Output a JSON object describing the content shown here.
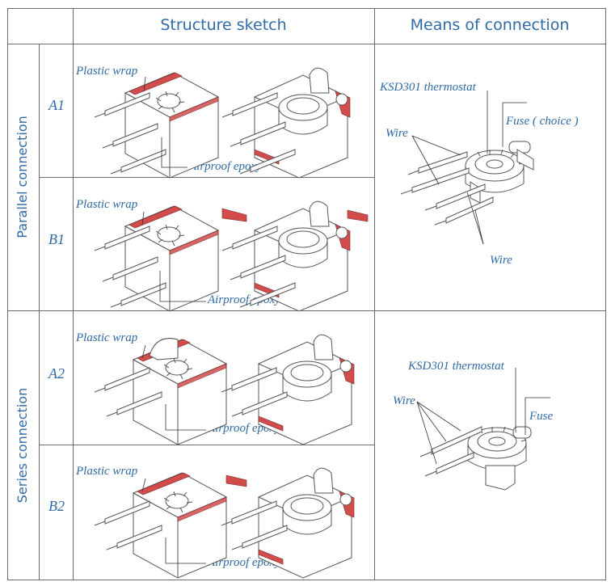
{
  "headers": {
    "structure": "Structure sketch",
    "means": "Means of connection"
  },
  "groups": {
    "parallel": "Parallel connection",
    "series": "Series connection"
  },
  "rows": [
    {
      "id": "A1",
      "top_label": "Plastic wrap",
      "bottom_label": "Airproof epoxy"
    },
    {
      "id": "B1",
      "top_label": "Plastic wrap",
      "bottom_label": "Airproof epoxy"
    },
    {
      "id": "A2",
      "top_label": "Plastic wrap",
      "bottom_label": "Airproof epoxy"
    },
    {
      "id": "B2",
      "top_label": "Plastic wrap",
      "bottom_label": "Airproof epoxy"
    }
  ],
  "parallel_conn": {
    "thermostat": "KSD301 thermostat",
    "wire_top": "Wire",
    "fuse": "Fuse ( choice )",
    "wire_bottom": "Wire"
  },
  "series_conn": {
    "thermostat": "KSD301 thermostat",
    "wire": "Wire",
    "fuse": "Fuse"
  },
  "colors": {
    "text": "#2f6aa6",
    "grid": "#6b6b6b",
    "epoxy_red": "#d24c4c"
  }
}
